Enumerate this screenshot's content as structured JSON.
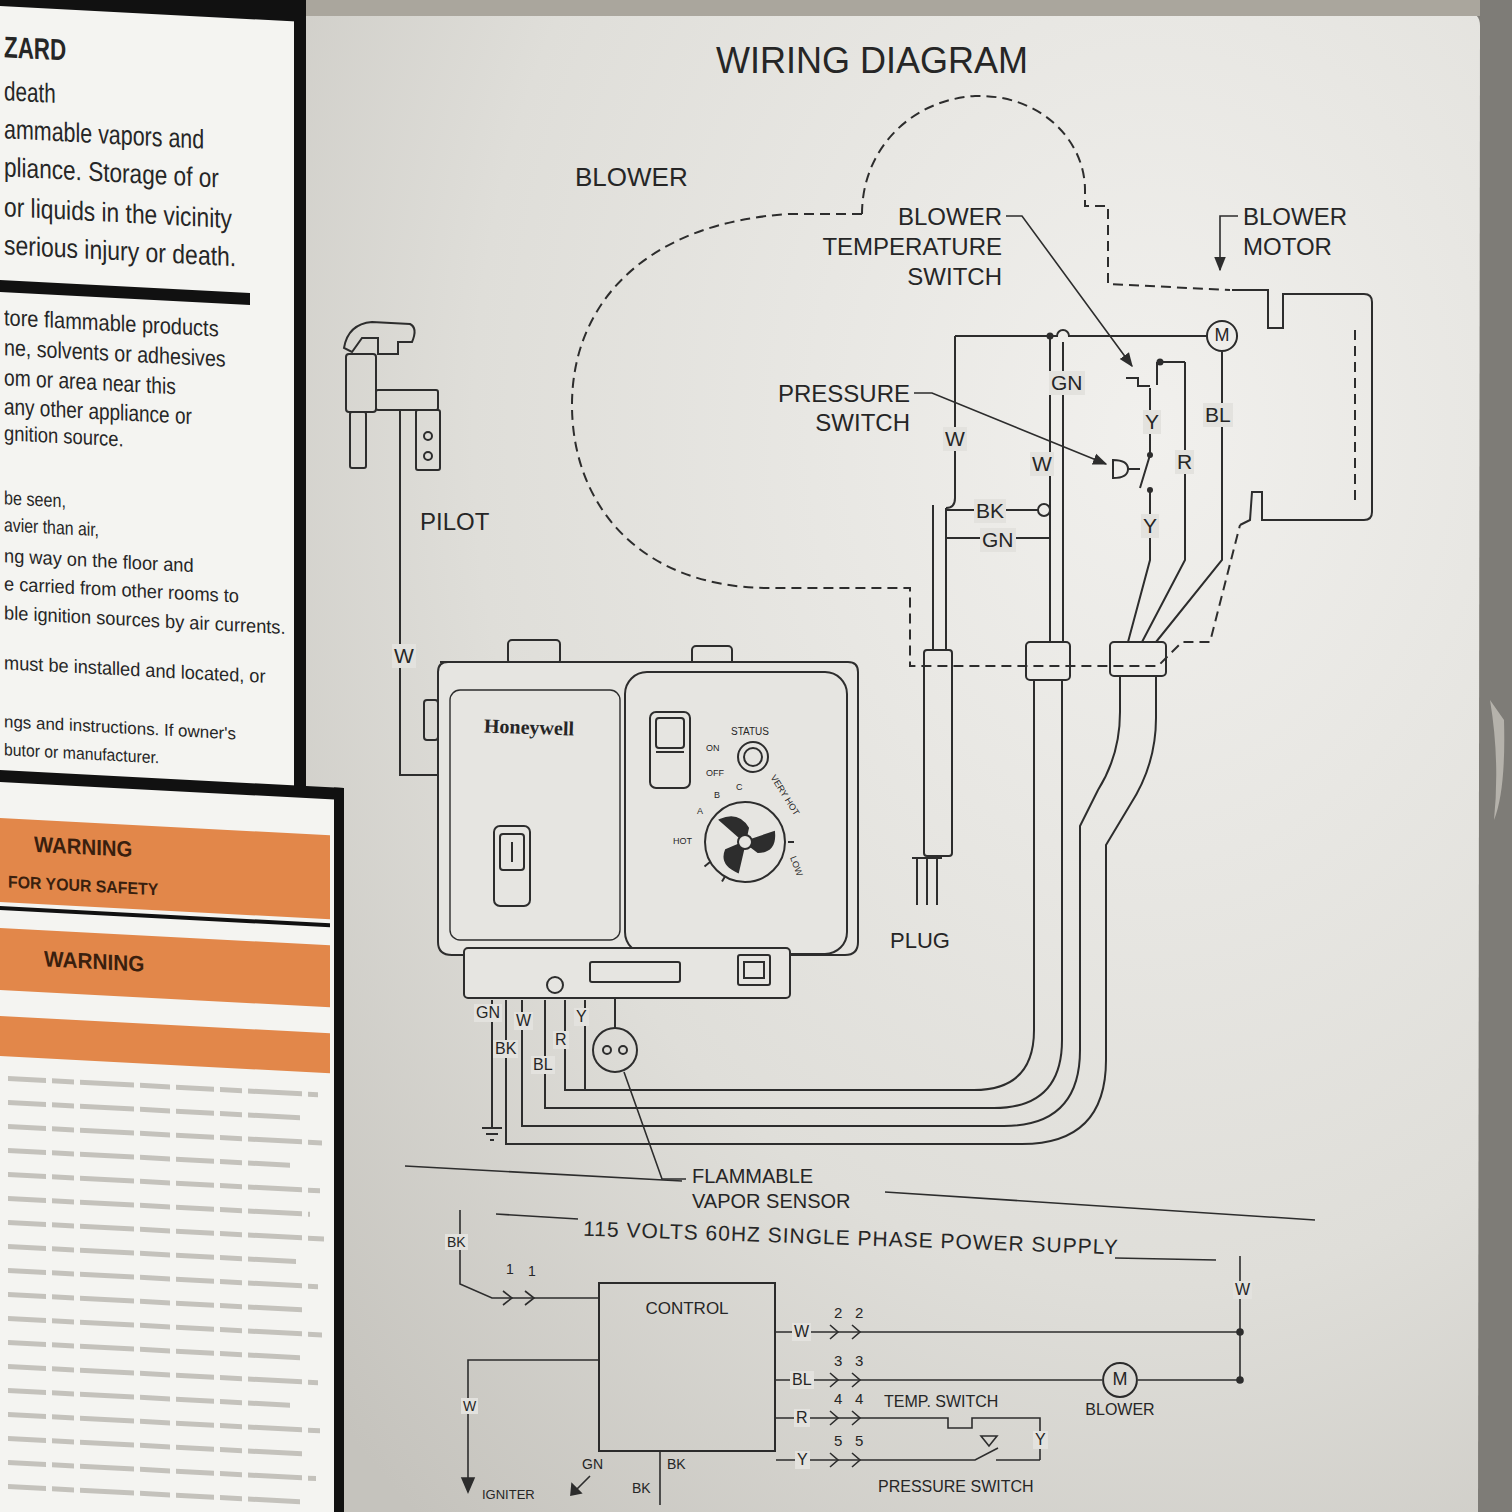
{
  "diagram": {
    "title": "WIRING DIAGRAM",
    "nodes": [
      {
        "text": [
          "M"
        ]
      },
      {
        "text": [
          "CONTROL"
        ]
      },
      {
        "text": [
          "M",
          "BLOWER"
        ]
      }
    ],
    "edges": [
      {
        "from": 1,
        "to": 2,
        "arrow": "none"
      }
    ],
    "labels": [
      "ZARD",
      "death",
      "ammable vapors and",
      "pliance. Storage of or",
      "or liquids in the vicinity",
      "serious injury or death.",
      "tore flammable products",
      "ne, solvents or adhesives",
      "om or area near this",
      "any other appliance or",
      "gnition source.",
      "be seen,",
      "avier than air,",
      "ng way on the floor and",
      "e carried from other rooms to",
      "ble ignition sources by air currents.",
      "must be installed and located, or",
      "ngs and instructions. If owner's",
      "butor or manufacturer.",
      "WARNING",
      "FOR YOUR SAFETY",
      "WARNING",
      "BLOWER",
      "BLOWER TEMPERATURE SWITCH",
      "BLOWER MOTOR",
      "PRESSURE SWITCH",
      "GN",
      "W",
      "W",
      "BL",
      "R",
      "Y",
      "Y",
      "BK",
      "GN",
      "PILOT",
      "W",
      "PLUG",
      "Honeywell",
      "STATUS",
      "ON",
      "OFF",
      "HOT",
      "A",
      "B",
      "C",
      "VERY HOT",
      "LOW",
      "GN",
      "W",
      "Y",
      "BK",
      "R",
      "BL",
      "FLAMMABLE VAPOR SENSOR",
      "115 VOLTS 60HZ SINGLE PHASE POWER SUPPLY",
      "BK",
      "1",
      "1",
      "W",
      "2",
      "2",
      "BL",
      "3",
      "3",
      "R",
      "4",
      "4",
      "TEMP. SWITCH",
      "Y",
      "5",
      "5",
      "Y",
      "PRESSURE SWITCH",
      "W",
      "W",
      "GN",
      "BK",
      "BK",
      "IGNITER"
    ]
  }
}
